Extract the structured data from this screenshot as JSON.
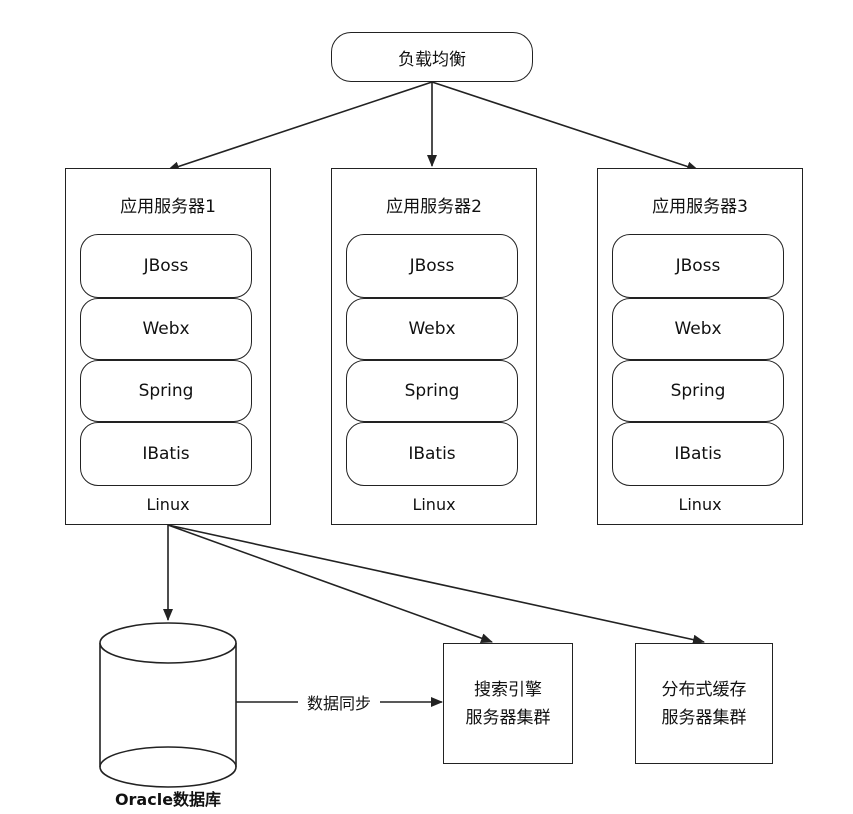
{
  "load_balancer": "负载均衡",
  "servers": [
    {
      "title": "应用服务器1",
      "layers": [
        "JBoss",
        "Webx",
        "Spring",
        "IBatis"
      ],
      "os": "Linux"
    },
    {
      "title": "应用服务器2",
      "layers": [
        "JBoss",
        "Webx",
        "Spring",
        "IBatis"
      ],
      "os": "Linux"
    },
    {
      "title": "应用服务器3",
      "layers": [
        "JBoss",
        "Webx",
        "Spring",
        "IBatis"
      ],
      "os": "Linux"
    }
  ],
  "database": {
    "label": "Oracle数据库"
  },
  "sync_label": "数据同步",
  "search_cluster": {
    "line1": "搜索引擎",
    "line2": "服务器集群"
  },
  "cache_cluster": {
    "line1": "分布式缓存",
    "line2": "服务器集群"
  }
}
